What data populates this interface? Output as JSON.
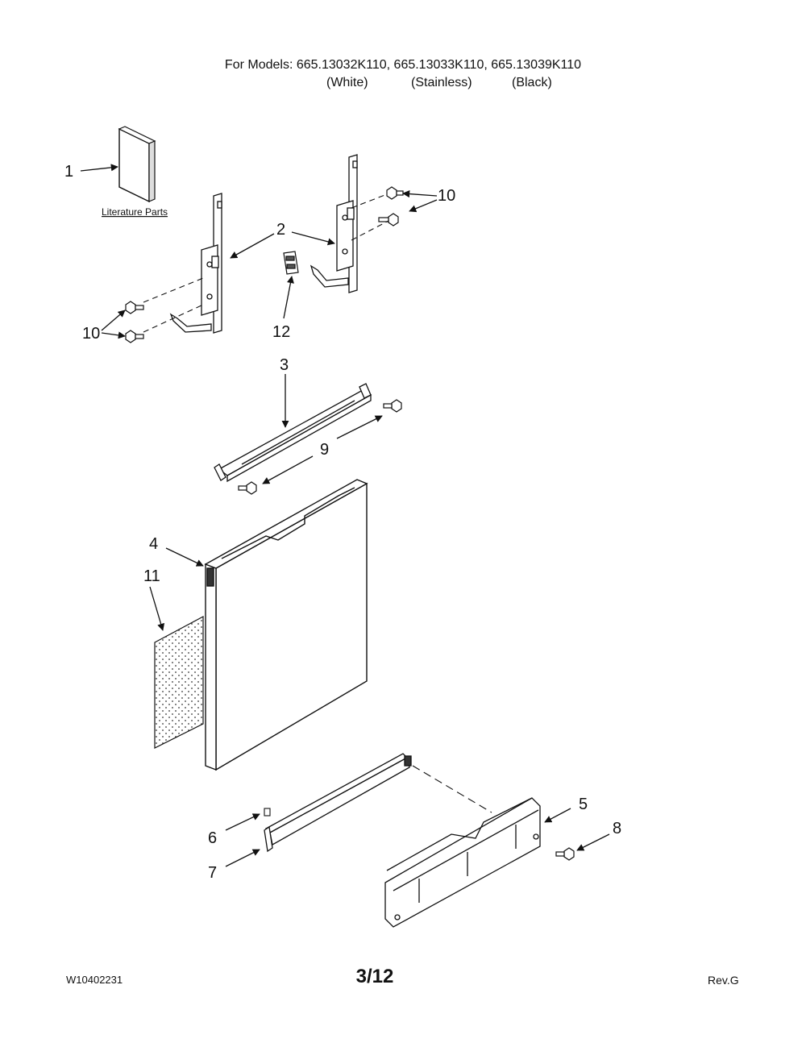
{
  "header": {
    "models_line": "For Models: 665.13032K110, 665.13033K110, 665.13039K110",
    "colors": [
      "(White)",
      "(Stainless)",
      "(Black)"
    ]
  },
  "callouts": {
    "c1": "1",
    "c2": "2",
    "c3": "3",
    "c4": "4",
    "c5": "5",
    "c6": "6",
    "c7": "7",
    "c8": "8",
    "c9": "9",
    "c10a": "10",
    "c10b": "10",
    "c11": "11",
    "c12": "12"
  },
  "literature_label": "Literature Parts",
  "footer": {
    "doc_number": "W10402231",
    "page": "3/12",
    "revision": "Rev.G"
  }
}
